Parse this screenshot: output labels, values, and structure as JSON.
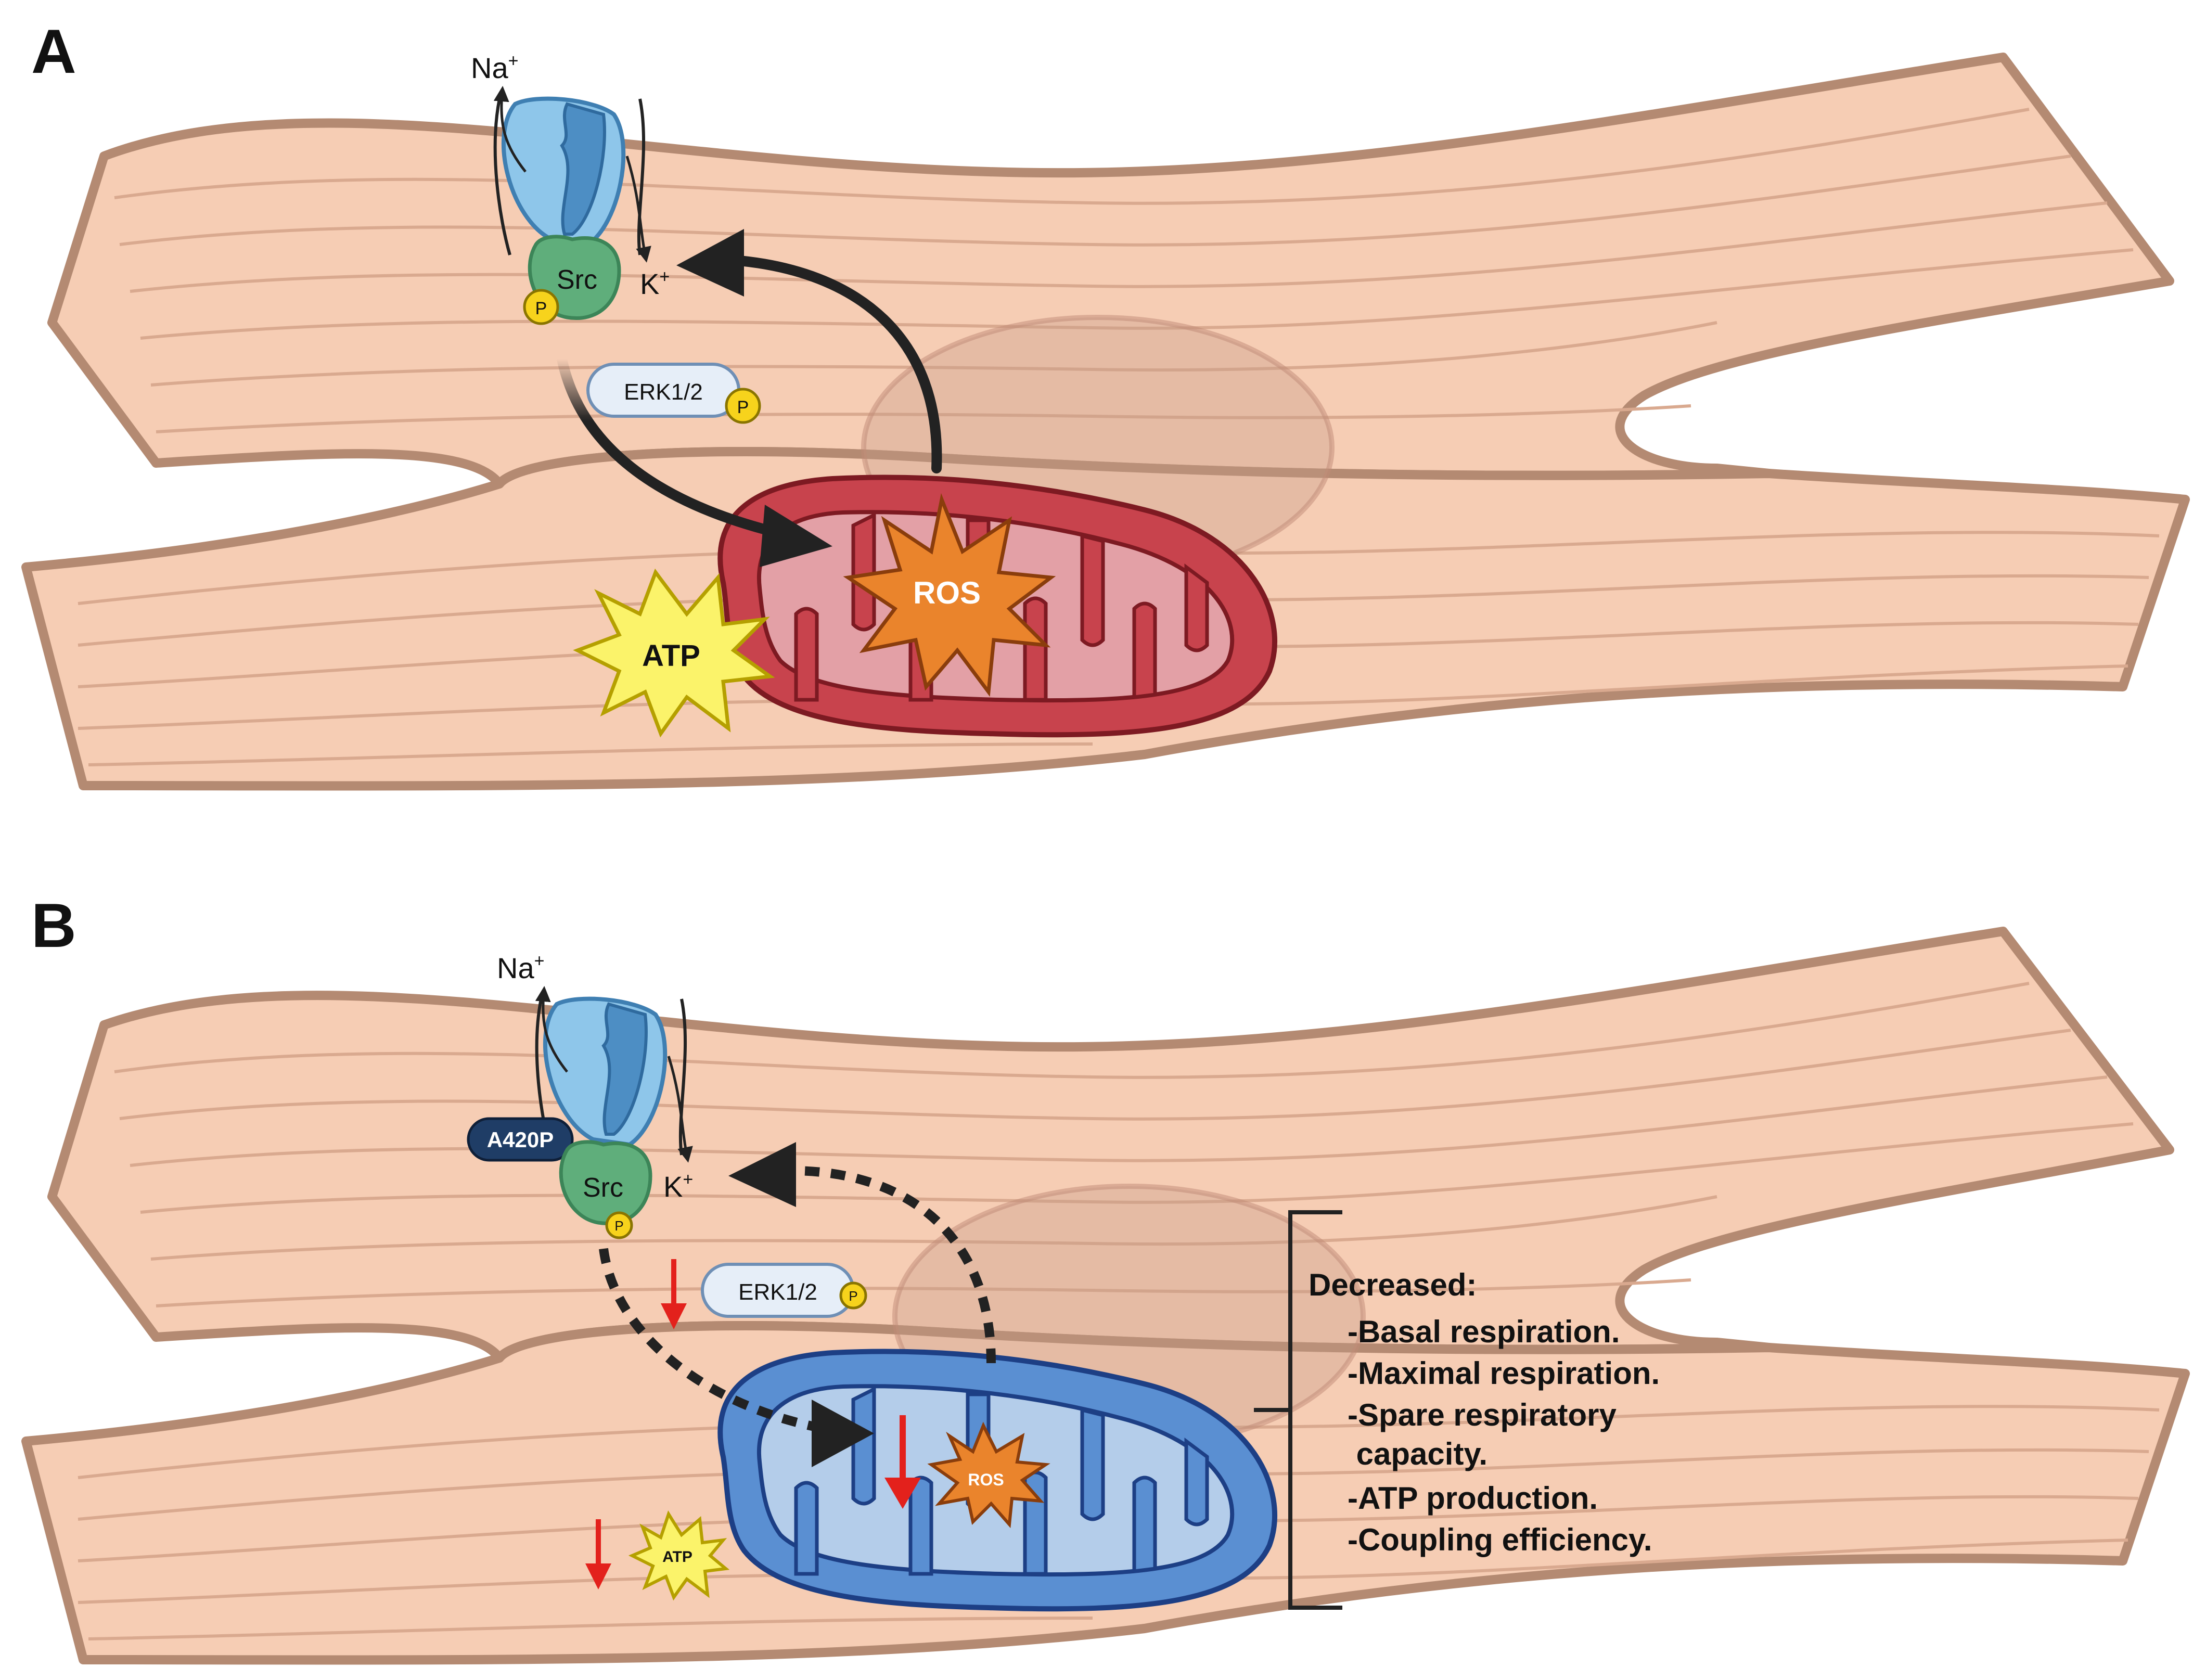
{
  "panel_a": {
    "label": "A",
    "na_main": "Na",
    "na_sup": "+",
    "k_main": "K",
    "k_sup": "+",
    "src": "Src",
    "phospho": "P",
    "erk": "ERK1/2",
    "ros": "ROS",
    "atp": "ATP"
  },
  "panel_b": {
    "label": "B",
    "na_main": "Na",
    "na_sup": "+",
    "k_main": "K",
    "k_sup": "+",
    "mutation": "A420P",
    "src": "Src",
    "phospho": "P",
    "erk": "ERK1/2",
    "ros": "ROS",
    "atp": "ATP",
    "effects_title": "Decreased:",
    "effects": [
      "-Basal respiration.",
      "-Maximal respiration.",
      "-Spare respiratory",
      " capacity.",
      "-ATP production.",
      "-Coupling efficiency."
    ]
  },
  "colors": {
    "cell_fill": "#f6cdb4",
    "cell_stroke": "#b48a72",
    "pump_blue": "#8ec6ea",
    "src_green": "#5fae7b",
    "phospho_yellow": "#f7d31c",
    "mito_red": "#c8434d",
    "mito_blue": "#5a8fd2",
    "ros_orange": "#ea842c",
    "atp_yellow": "#fbf36a",
    "decrease_red": "#e3211c"
  }
}
